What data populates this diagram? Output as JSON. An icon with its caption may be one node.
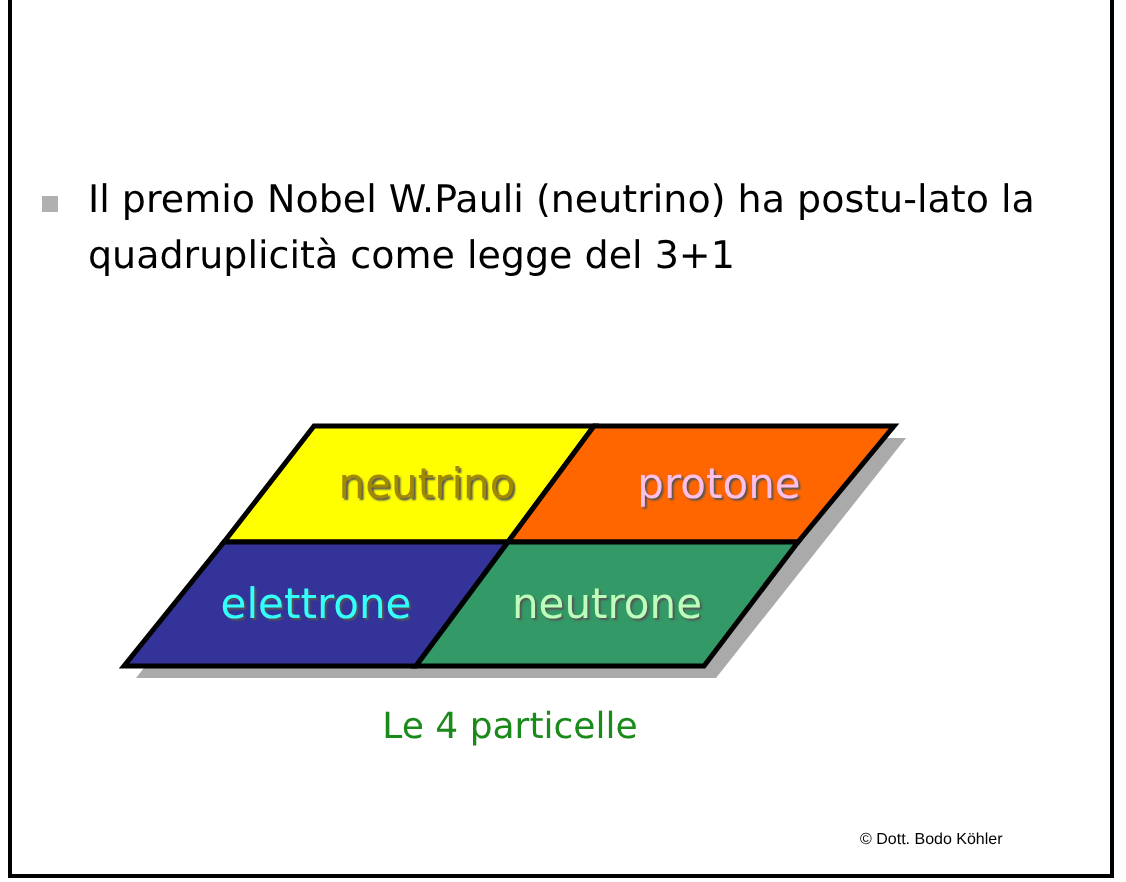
{
  "diagram": {
    "caption": "Le 4 particelle",
    "nodes": [
      {
        "text": [
          "neutrino"
        ]
      },
      {
        "text": [
          "protone"
        ]
      },
      {
        "text": [
          "elettrone"
        ]
      },
      {
        "text": [
          "neutrone"
        ]
      }
    ],
    "labels": [
      "Il premio Nobel W.Pauli (neutrino) ha postu-lato la quadruplicità come legge del 3+1",
      "© Dott. Bodo Köhler"
    ]
  }
}
